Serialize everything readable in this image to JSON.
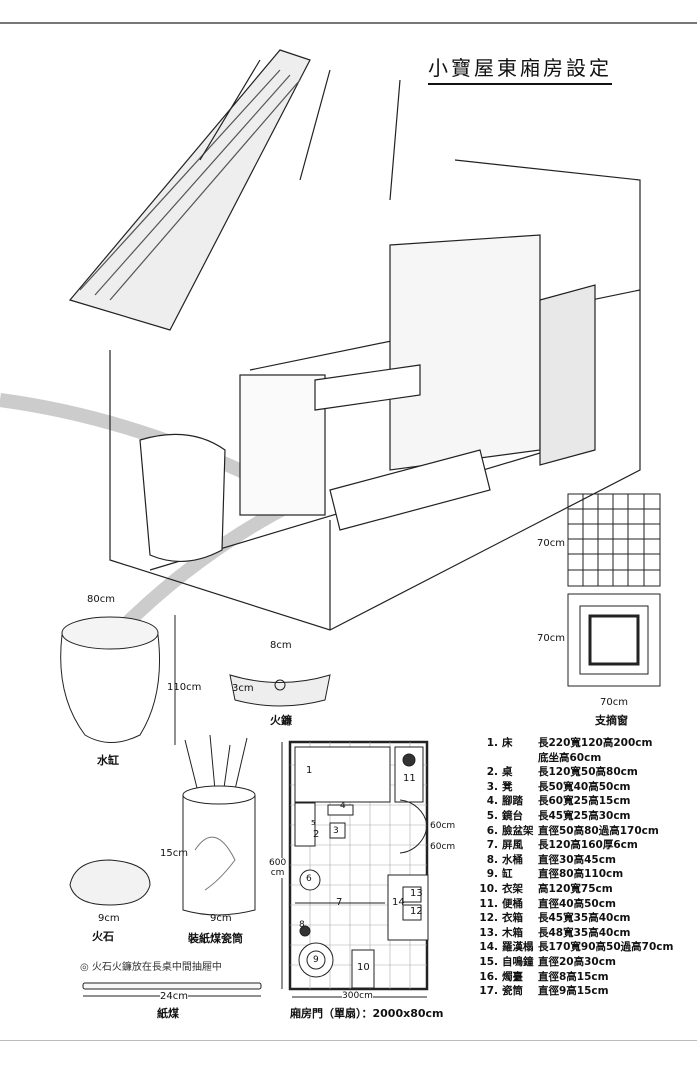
{
  "title": "小寶屋東廂房設定",
  "window": {
    "caption": "支摘窗",
    "h1": "70cm",
    "h2": "70cm",
    "w": "70cm"
  },
  "water_jar": {
    "caption": "水缸",
    "w": "80cm",
    "h": "110cm"
  },
  "fire_steel": {
    "caption": "火鐮",
    "w": "8cm",
    "h": "3cm"
  },
  "flint": {
    "caption": "火石",
    "w": "9cm"
  },
  "paper_holder": {
    "caption": "裝紙煤瓷筒",
    "w": "9cm",
    "h": "15cm"
  },
  "note": "火石火鐮放在長桌中間抽屜中",
  "paper_spill": {
    "caption": "紙煤",
    "w": "24cm"
  },
  "plan": {
    "h": "600",
    "h_unit": "cm",
    "w": "300cm",
    "door1": "60cm",
    "door2": "60cm",
    "door_caption": "廂房門（單扇）：2000x80cm",
    "marks": [
      "1",
      "2",
      "3",
      "4",
      "5",
      "6",
      "7",
      "8",
      "9",
      "10",
      "11",
      "12",
      "13",
      "14"
    ]
  },
  "items": [
    {
      "no": "1.",
      "name": "床",
      "spec": "長220寬120高200cm"
    },
    {
      "no": "",
      "name": "",
      "spec": "底坐高60cm"
    },
    {
      "no": "2.",
      "name": "桌",
      "spec": "長120寬50高80cm"
    },
    {
      "no": "3.",
      "name": "凳",
      "spec": "長50寬40高50cm"
    },
    {
      "no": "4.",
      "name": "腳踏",
      "spec": "長60寬25高15cm"
    },
    {
      "no": "5.",
      "name": "鏡台",
      "spec": "長45寬25高30cm"
    },
    {
      "no": "6.",
      "name": "臉盆架",
      "spec": "直徑50高80過高170cm"
    },
    {
      "no": "7.",
      "name": "屏風",
      "spec": "長120高160厚6cm"
    },
    {
      "no": "8.",
      "name": "水桶",
      "spec": "直徑30高45cm"
    },
    {
      "no": "9.",
      "name": "缸",
      "spec": "直徑80高110cm"
    },
    {
      "no": "10.",
      "name": "衣架",
      "spec": "高120寬75cm"
    },
    {
      "no": "11.",
      "name": "便桶",
      "spec": "直徑40高50cm"
    },
    {
      "no": "12.",
      "name": "衣箱",
      "spec": "長45寬35高40cm"
    },
    {
      "no": "13.",
      "name": "木箱",
      "spec": "長48寬35高40cm"
    },
    {
      "no": "14.",
      "name": "羅漢榻",
      "spec": "長170寬90高50過高70cm"
    },
    {
      "no": "15.",
      "name": "自鳴鐘",
      "spec": "直徑20高30cm"
    },
    {
      "no": "16.",
      "name": "燭臺",
      "spec": "直徑8高15cm"
    },
    {
      "no": "17.",
      "name": "瓷筒",
      "spec": "直徑9高15cm"
    }
  ]
}
